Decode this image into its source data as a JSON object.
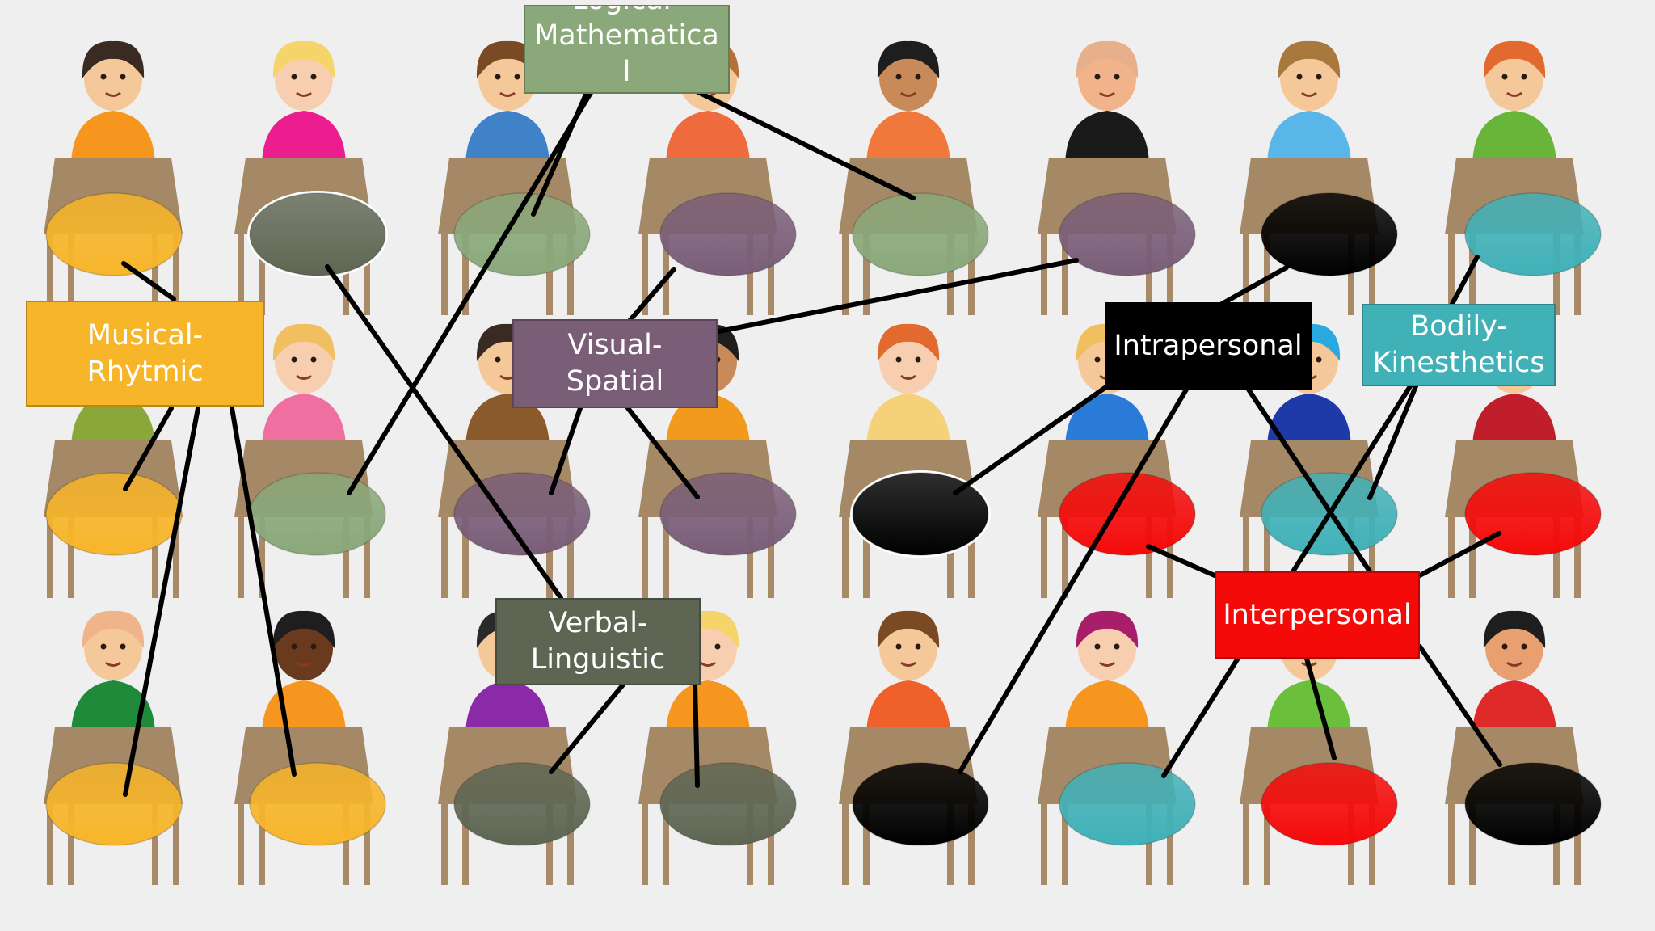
{
  "intelligences": {
    "logical": {
      "label": "Logical-\nMathematica\nl",
      "color": "#8aa87a"
    },
    "musical": {
      "label": "Musical-\nRhytmic",
      "color": "#f7b52a"
    },
    "visual": {
      "label": "Visual-\nSpatial",
      "color": "#7a5e78"
    },
    "intrapersonal": {
      "label": "Intrapersonal",
      "color": "#000000"
    },
    "bodily": {
      "label": "Bodily-\nKinesthetics",
      "color": "#41b1b8"
    },
    "verbal": {
      "label": "Verbal-\nLinguistic",
      "color": "#5e6653"
    },
    "interpersonal": {
      "label": "Interpersonal",
      "color": "#f50a0a"
    }
  },
  "students": [
    {
      "row": 1,
      "col": 1,
      "intelligence": "musical",
      "shirt": "#f7961e",
      "hair": "#3a2b22",
      "skin": "#f5c89a"
    },
    {
      "row": 1,
      "col": 2,
      "intelligence": "verbal",
      "shirt": "#ec1e8f",
      "hair": "#f5d46a",
      "skin": "#f7cfb0"
    },
    {
      "row": 1,
      "col": 3,
      "intelligence": "logical",
      "shirt": "#3f82c8",
      "hair": "#7a4a24",
      "skin": "#f5c89a"
    },
    {
      "row": 1,
      "col": 4,
      "intelligence": "visual",
      "shirt": "#ef6a3c",
      "hair": "#b7703a",
      "skin": "#f5c89a"
    },
    {
      "row": 1,
      "col": 5,
      "intelligence": "logical",
      "shirt": "#f0783c",
      "hair": "#1e1e1e",
      "skin": "#c98a5a"
    },
    {
      "row": 1,
      "col": 6,
      "intelligence": "visual",
      "shirt": "#1a1a1a",
      "hair": "#e8b08a",
      "skin": "#f1b48a"
    },
    {
      "row": 1,
      "col": 7,
      "intelligence": "intrapersonal",
      "shirt": "#58b6e8",
      "hair": "#a8783c",
      "skin": "#f5c89a"
    },
    {
      "row": 1,
      "col": 8,
      "intelligence": "bodily",
      "shirt": "#69b53a",
      "hair": "#e36a2e",
      "skin": "#f5c89a"
    },
    {
      "row": 2,
      "col": 1,
      "intelligence": "musical",
      "shirt": "#8aa83a",
      "hair": "#7a4a24",
      "skin": "#f5c89a"
    },
    {
      "row": 2,
      "col": 2,
      "intelligence": "logical",
      "shirt": "#ef6fa0",
      "hair": "#f0c060",
      "skin": "#f7cfb0"
    },
    {
      "row": 2,
      "col": 3,
      "intelligence": "visual",
      "shirt": "#8a5a2a",
      "hair": "#3a2b22",
      "skin": "#f5c89a"
    },
    {
      "row": 2,
      "col": 4,
      "intelligence": "visual",
      "shirt": "#f29a1e",
      "hair": "#1e1e1e",
      "skin": "#c98a5a"
    },
    {
      "row": 2,
      "col": 5,
      "intelligence": "intrapersonal",
      "shirt": "#f5d27a",
      "hair": "#e36a2e",
      "skin": "#f7cfb0"
    },
    {
      "row": 2,
      "col": 6,
      "intelligence": "interpersonal",
      "shirt": "#2a7ad8",
      "hair": "#f0c060",
      "skin": "#f5c89a"
    },
    {
      "row": 2,
      "col": 7,
      "intelligence": "bodily",
      "shirt": "#1e3aa8",
      "hair": "#2aa8e0",
      "skin": "#f5c89a"
    },
    {
      "row": 2,
      "col": 8,
      "intelligence": "interpersonal",
      "shirt": "#c01e2a",
      "hair": "#e36a2e",
      "skin": "#f5c89a"
    },
    {
      "row": 3,
      "col": 1,
      "intelligence": "musical",
      "shirt": "#1e8a3a",
      "hair": "#f0b48a",
      "skin": "#f5c89a"
    },
    {
      "row": 3,
      "col": 2,
      "intelligence": "musical",
      "shirt": "#f7961e",
      "hair": "#1e1e1e",
      "skin": "#6a3a1e"
    },
    {
      "row": 3,
      "col": 3,
      "intelligence": "verbal",
      "shirt": "#8a2aa8",
      "hair": "#2a2a2a",
      "skin": "#f5c89a"
    },
    {
      "row": 3,
      "col": 4,
      "intelligence": "verbal",
      "shirt": "#f7961e",
      "hair": "#f5d46a",
      "skin": "#f7cfb0"
    },
    {
      "row": 3,
      "col": 5,
      "intelligence": "intrapersonal",
      "shirt": "#f0602a",
      "hair": "#7a4a24",
      "skin": "#f5c89a"
    },
    {
      "row": 3,
      "col": 6,
      "intelligence": "bodily",
      "shirt": "#f7961e",
      "hair": "#a81e6a",
      "skin": "#f7cfb0"
    },
    {
      "row": 3,
      "col": 7,
      "intelligence": "interpersonal",
      "shirt": "#6ac03a",
      "hair": "#b08a5a",
      "skin": "#f5c89a"
    },
    {
      "row": 3,
      "col": 8,
      "intelligence": "intrapersonal",
      "shirt": "#e02a2a",
      "hair": "#1e1e1e",
      "skin": "#e8a070"
    }
  ],
  "desk_colors": {
    "top": "#a58866",
    "leg": "#a88a68"
  },
  "line_color": "#000000"
}
